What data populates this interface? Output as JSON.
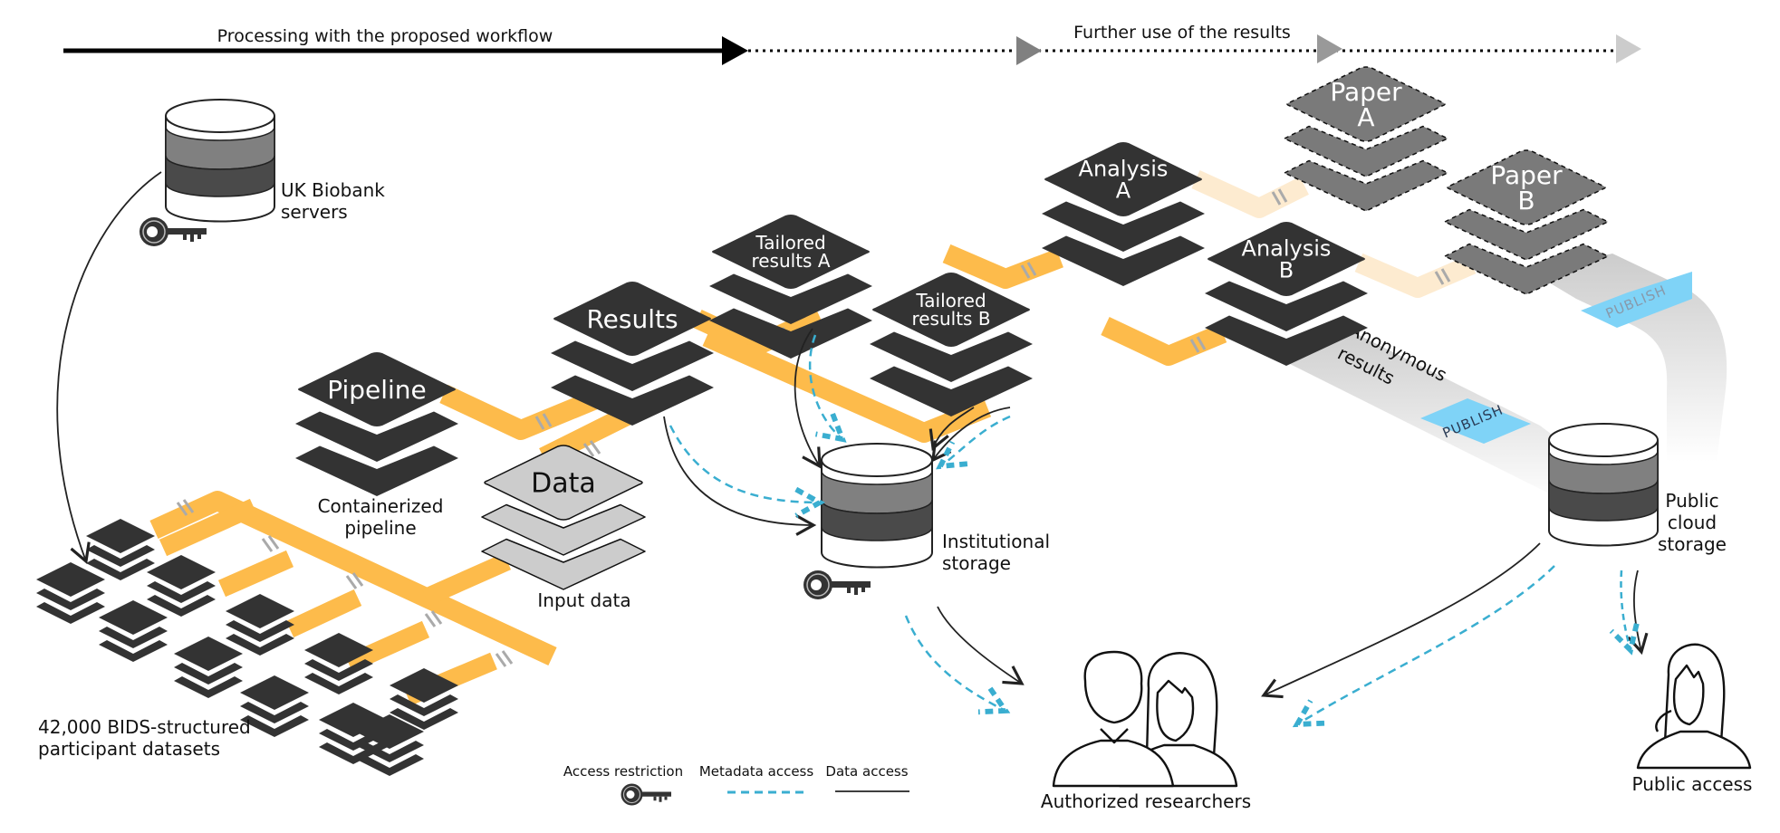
{
  "timeline": {
    "processing_label": "Processing with the proposed workflow",
    "further_use_label": "Further use of the results"
  },
  "nodes": {
    "pipeline": {
      "lines": [
        "Pipeline"
      ],
      "caption": [
        "Containerized",
        "pipeline"
      ]
    },
    "data": {
      "lines": [
        "Data"
      ],
      "caption": [
        "Input data"
      ]
    },
    "results": {
      "lines": [
        "Results"
      ]
    },
    "tailored_a": {
      "lines": [
        "Tailored",
        "results A"
      ]
    },
    "tailored_b": {
      "lines": [
        "Tailored",
        "results B"
      ]
    },
    "analysis_a": {
      "lines": [
        "Analysis",
        "A"
      ]
    },
    "analysis_b": {
      "lines": [
        "Analysis",
        "B"
      ]
    },
    "paper_a": {
      "lines": [
        "Paper",
        "A"
      ]
    },
    "paper_b": {
      "lines": [
        "Paper",
        "B"
      ]
    }
  },
  "storages": {
    "biobank": {
      "lines": [
        "UK Biobank",
        "servers"
      ],
      "restricted": true
    },
    "institutional": {
      "lines": [
        "Institutional",
        "storage"
      ],
      "restricted": true
    },
    "public_cloud": {
      "lines": [
        "Public",
        "cloud",
        "storage"
      ],
      "restricted": false
    }
  },
  "datasets": {
    "lines": [
      "42,000 BIDS-structured",
      "participant datasets"
    ]
  },
  "flows": {
    "anonymous_results": {
      "lines": [
        "Anonymous",
        "results"
      ]
    },
    "publish_label": "PUBLISH"
  },
  "people": {
    "researchers": "Authorized researchers",
    "public": "Public access"
  },
  "legend": {
    "access_restriction": "Access restriction",
    "metadata_access": "Metadata access",
    "data_access": "Data access"
  },
  "colors": {
    "pipe": "#FDBB4B",
    "pipe_light": "#FDEBD0",
    "pipe_stripe": "#AAAAAA",
    "node_dark": "#333333",
    "node_paper": "#7A7A7A",
    "node_data": "#CCCCCC",
    "publish_band": "#CCCCCC",
    "publish_tag": "#7FD3F7",
    "metadata_line": "#3AAED0",
    "data_line": "#222222"
  }
}
